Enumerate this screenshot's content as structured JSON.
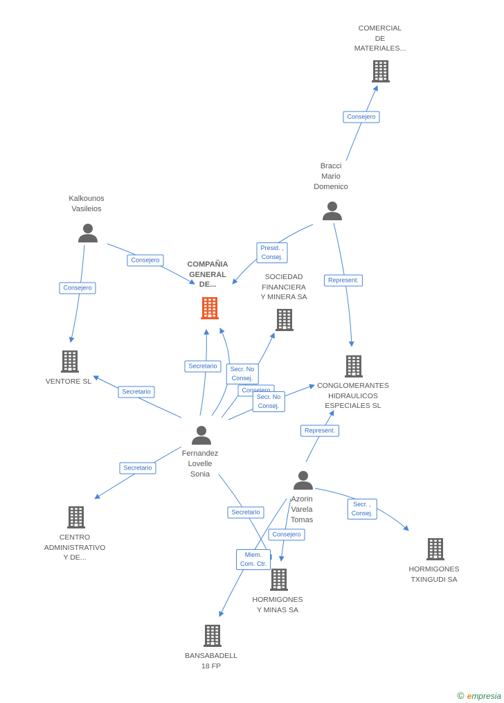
{
  "colors": {
    "edge": "#4a86d8",
    "icon": "#666666",
    "main_icon": "#f05a28"
  },
  "nodes": [
    {
      "id": "comercial",
      "type": "company",
      "label": "COMERCIAL\nDE\nMATERIALES..."
    },
    {
      "id": "bracci",
      "type": "person",
      "label": "Bracci\nMario\nDomenico"
    },
    {
      "id": "kalkounos",
      "type": "person",
      "label": "Kalkounos\nVasileios"
    },
    {
      "id": "compania",
      "type": "company",
      "main": true,
      "label": "COMPAÑIA\nGENERAL\nDE..."
    },
    {
      "id": "sociedad",
      "type": "company",
      "label": "SOCIEDAD\nFINANCIERA\nY MINERA SA"
    },
    {
      "id": "ventore",
      "type": "company",
      "label": "VENTORE SL"
    },
    {
      "id": "conglomerantes",
      "type": "company",
      "label": "CONGLOMERANTES\nHIDRAULICOS\nESPECIALES SL"
    },
    {
      "id": "fernandez",
      "type": "person",
      "label": "Fernandez\nLovelle\nSonia"
    },
    {
      "id": "azorin",
      "type": "person",
      "label": "Azorin\nVarela\nTomas"
    },
    {
      "id": "centro",
      "type": "company",
      "label": "CENTRO\nADMINISTRATIVO\nY DE..."
    },
    {
      "id": "hormigones_tx",
      "type": "company",
      "label": "HORMIGONES\nTXINGUDI SA"
    },
    {
      "id": "hormigones_ym",
      "type": "company",
      "label": "HORMIGONES\nY MINAS SA"
    },
    {
      "id": "bansabadell",
      "type": "company",
      "label": "BANSABADELL\n18 FP"
    }
  ],
  "edges": [
    {
      "from": "bracci",
      "to": "comercial",
      "label": "Consejero"
    },
    {
      "from": "bracci",
      "to": "compania",
      "label": "Presid. ,\nConsej."
    },
    {
      "from": "bracci",
      "to": "conglomerantes",
      "label": "Represent."
    },
    {
      "from": "kalkounos",
      "to": "compania",
      "label": "Consejero"
    },
    {
      "from": "kalkounos",
      "to": "ventore",
      "label": "Consejero"
    },
    {
      "from": "fernandez",
      "to": "compania",
      "label": "Secretario"
    },
    {
      "from": "fernandez",
      "to": "compania",
      "label": "Secr.  No\nConsej."
    },
    {
      "from": "fernandez",
      "to": "sociedad",
      "label": "Consejero"
    },
    {
      "from": "fernandez",
      "to": "conglomerantes",
      "label": "Secr.  No\nConsej."
    },
    {
      "from": "fernandez",
      "to": "ventore",
      "label": "Secretario"
    },
    {
      "from": "fernandez",
      "to": "centro",
      "label": "Secretario"
    },
    {
      "from": "fernandez",
      "to": "hormigones_ym",
      "label": "Secretario"
    },
    {
      "from": "azorin",
      "to": "conglomerantes",
      "label": "Represent."
    },
    {
      "from": "azorin",
      "to": "hormigones_tx",
      "label": "Secr. ,\nConsej."
    },
    {
      "from": "azorin",
      "to": "hormigones_ym",
      "label": "Consejero"
    },
    {
      "from": "azorin",
      "to": "bansabadell",
      "label": "Miem.\nCom. Ctr."
    }
  ],
  "footer": {
    "copyright": "©",
    "brand_initial": "e",
    "brand_rest": "mpresia"
  }
}
